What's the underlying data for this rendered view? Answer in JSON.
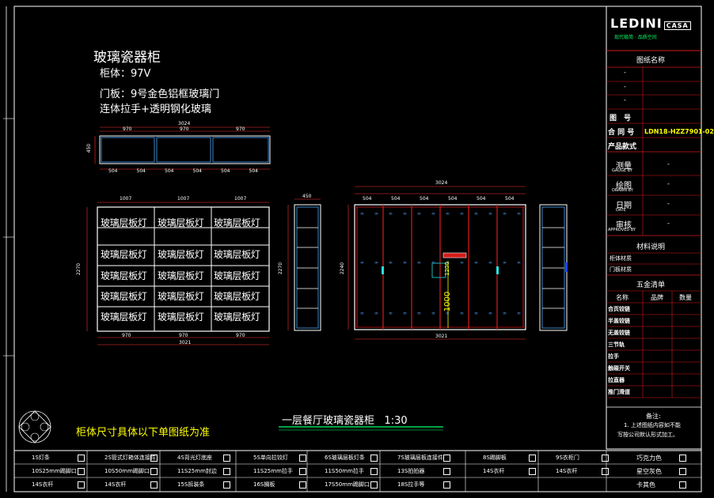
{
  "colors": {
    "background": "#000000",
    "frame": "#ffffff",
    "cabinet": "#ffffff",
    "dimension": "#ff3030",
    "dim_text": "#ffffff",
    "panel_line": "#4aa8ff",
    "door_red": "#d61a1a",
    "accent_cyan": "#29e0e0",
    "accent_yellow": "#ffff00",
    "title_line_green": "#00ff66",
    "logo_green": "#00ff66"
  },
  "notes": {
    "title": "玻璃瓷器柜",
    "body": "柜体：97V",
    "door": "门板：9号金色铝框玻璃门",
    "handle": "连体拉手+透明钢化玻璃",
    "dimension_note": "柜体尺寸具体以下单图纸为准"
  },
  "drawing_title": {
    "label": "一层餐厅玻璃瓷器柜",
    "scale": "1:30"
  },
  "plan_view": {
    "overall": "3024",
    "segments": [
      "970",
      "970",
      "970"
    ],
    "bottom": [
      "504",
      "504",
      "504",
      "504",
      "504",
      "504"
    ],
    "depth": "450"
  },
  "front_view": {
    "top": [
      "1007",
      "1007",
      "1007"
    ],
    "bottom": [
      "970",
      "970",
      "970"
    ],
    "overall_bottom": "3021",
    "height": "2270",
    "shelf_label": "玻璃层板灯",
    "rows": 5,
    "cols": 3
  },
  "side_view_left": {
    "depth": "450",
    "height": "2270"
  },
  "door_view": {
    "overall": "3024",
    "segments": [
      "504",
      "504",
      "504",
      "504",
      "504",
      "504"
    ],
    "overall_bottom": "3021",
    "height": "2240",
    "handle_height": "1000",
    "handle_width": "1200"
  },
  "title_block": {
    "logo": "LEDINI",
    "logo_sub": "CASA",
    "logo_slogan": "现代极简 · 品质空间",
    "drawing_name_label": "图纸名称",
    "dash_rows": [
      "-",
      "-",
      "-"
    ],
    "drawing_no_label": "图　号",
    "contract_no_label": "合 同 号",
    "contract_no": "LDN18-HZZ7901-02",
    "product_label": "产品款式",
    "measured": {
      "cn": "测量",
      "en": "GAUGE BY",
      "val": "-"
    },
    "drawn": {
      "cn": "绘图",
      "en": "DRAWN BY",
      "val": "-"
    },
    "date": {
      "cn": "日期",
      "en": "DATE",
      "val": "-"
    },
    "approved": {
      "cn": "审核",
      "en": "APPROVED BY",
      "val": "-"
    },
    "material_header": "材料说明",
    "material_rows": [
      "柜体材质",
      "门板材质"
    ],
    "hardware_header": "五金清单",
    "hw_columns": [
      "名称",
      "品牌",
      "数量"
    ],
    "hw_rows": [
      "合页铰链",
      "半盖铰链",
      "无盖铰链",
      "三节轨",
      "拉手",
      "触碰开关",
      "拉直器",
      "推门滑道"
    ],
    "remark_label": "备注:",
    "remark_text": "1. 上述图纸内容如不能",
    "remark_text2": "写按公司默认形式加工。"
  },
  "legend": {
    "row1": [
      "1S灯条",
      "2S管式灯箱体连接件",
      "4S背光灯底座",
      "5S单向拉铰灯",
      "6S玻璃层板灯条",
      "7S玻璃层板连接件",
      "8S踢脚板",
      "9S衣柜门",
      "巧克力色"
    ],
    "row2": [
      "10S25mm踢脚口",
      "10S50mm踢脚口",
      "11S25mm封边",
      "11S25mm拉手",
      "11S50mm拉手",
      "13S拍拍器",
      "14S衣杆",
      "14S衣杆",
      "星空灰色"
    ],
    "row3": [
      "14S衣杆",
      "14S衣杆",
      "15S拆装条",
      "16S搁板",
      "17S50mm踢脚口",
      "18S拉手等",
      "",
      "",
      "卡其色"
    ]
  }
}
